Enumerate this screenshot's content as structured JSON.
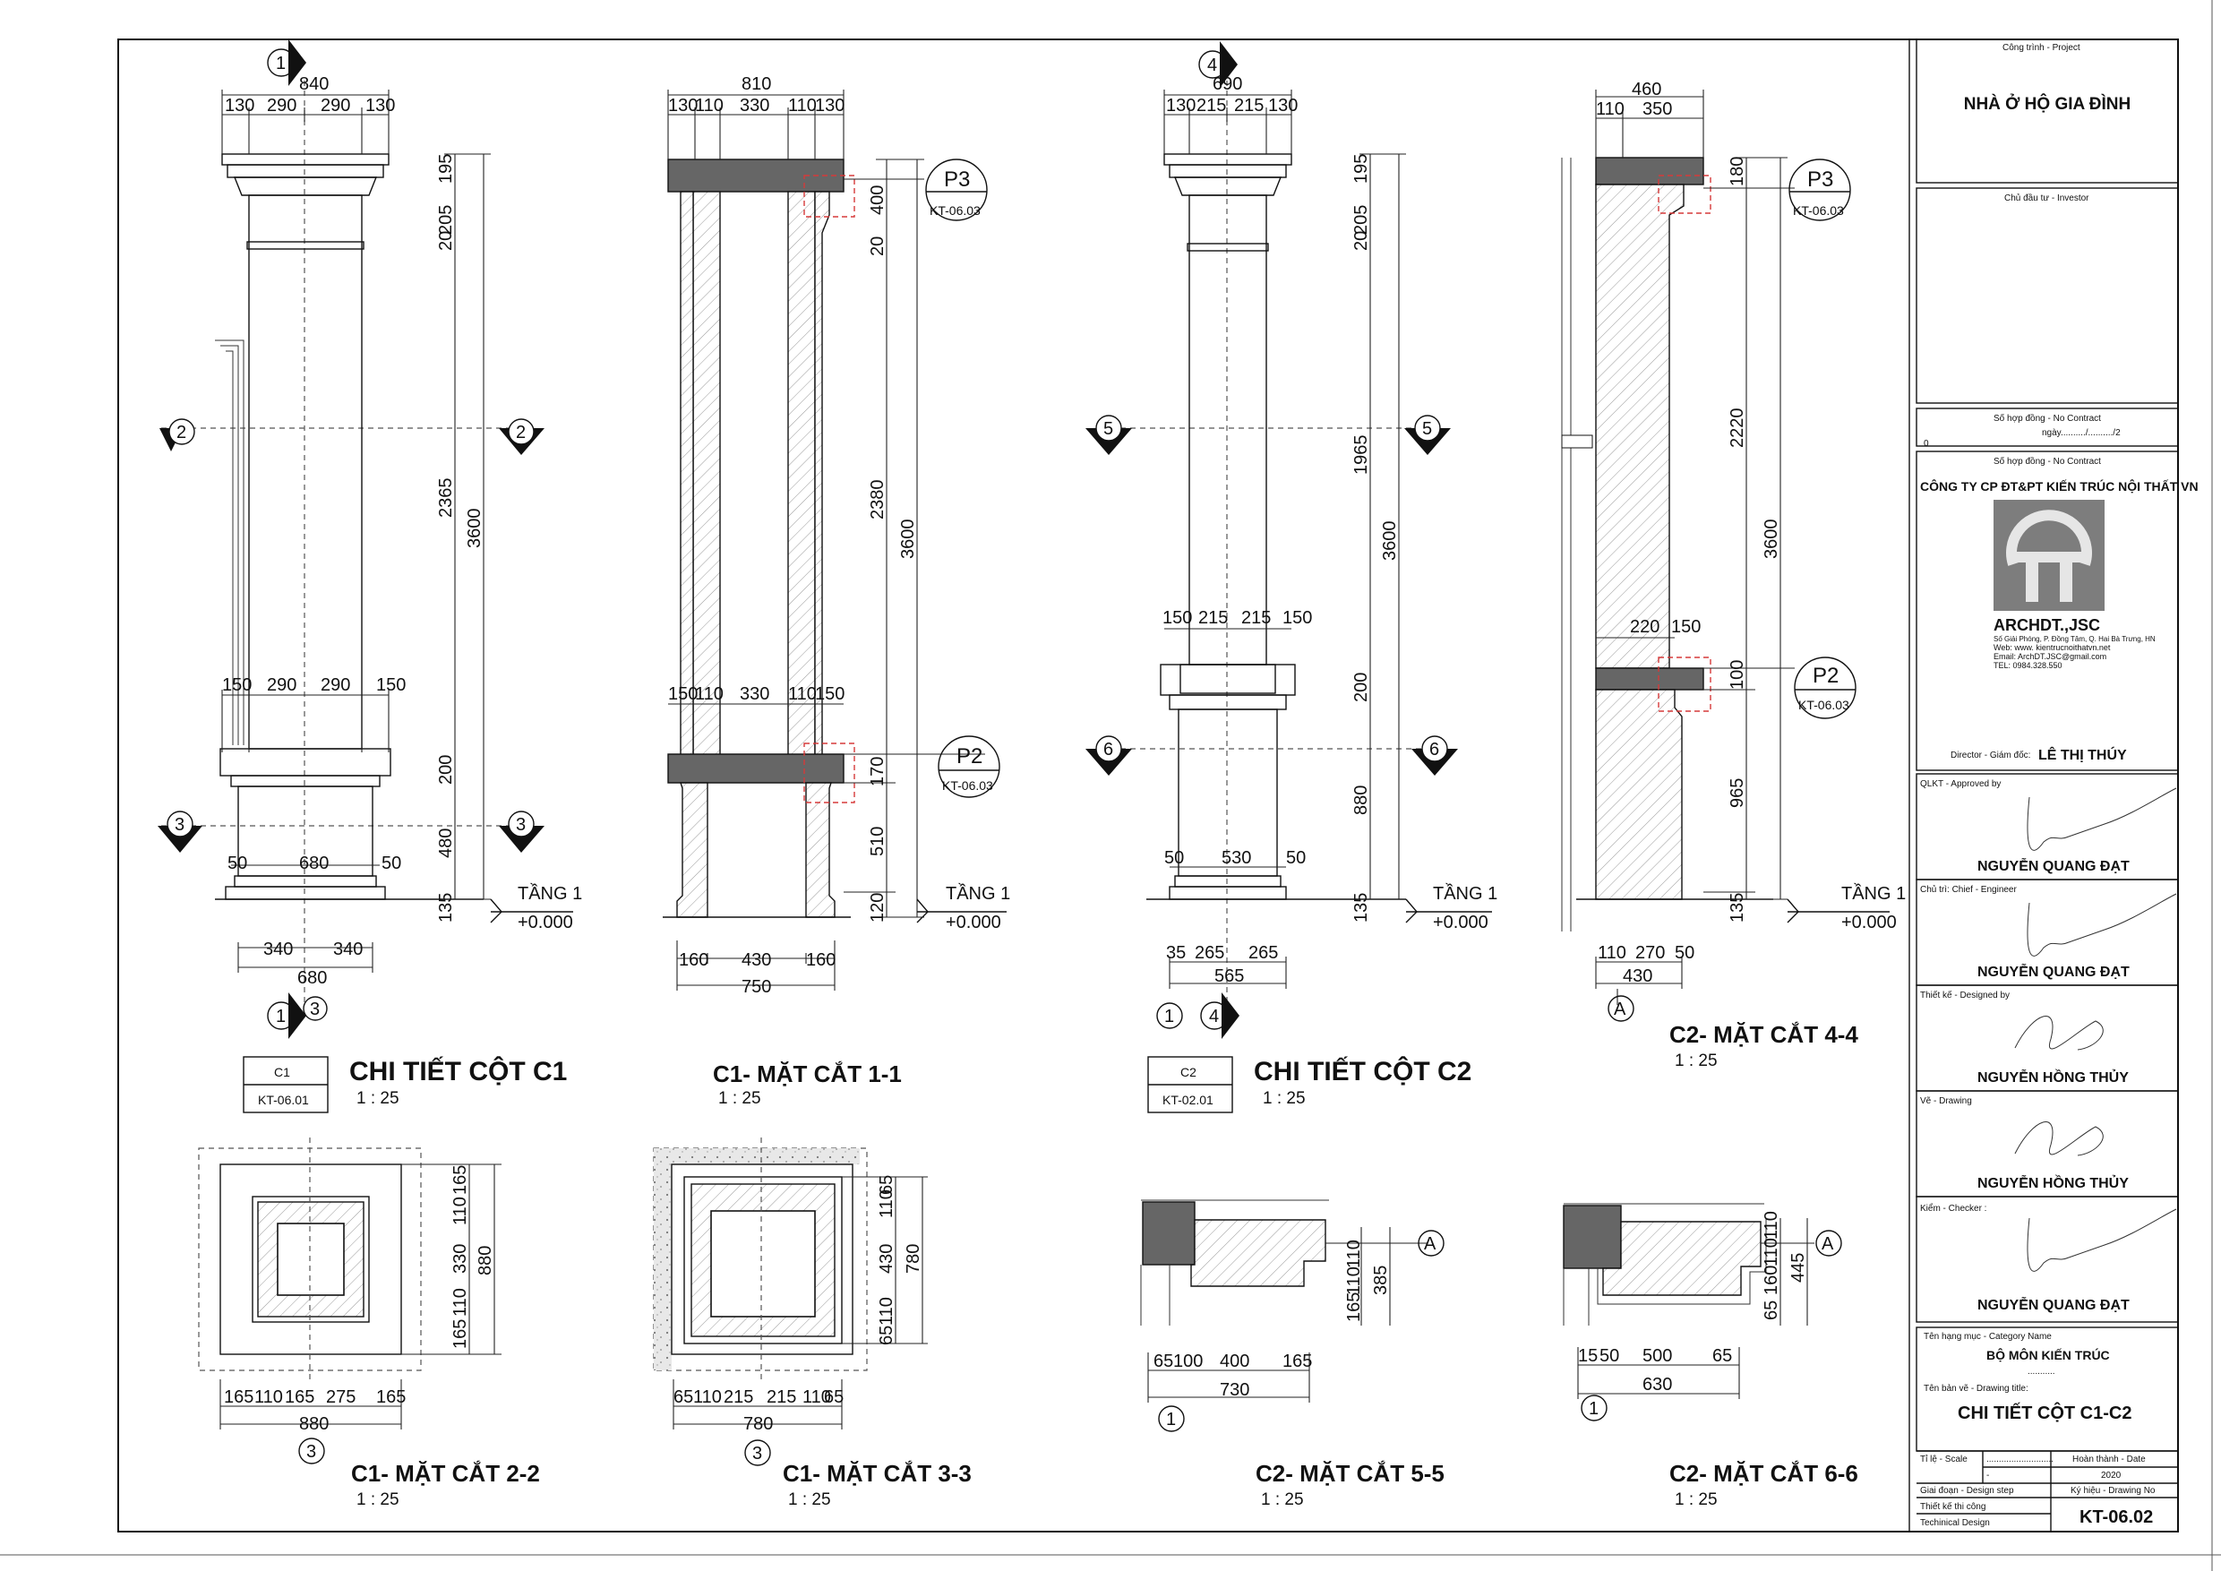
{
  "columns": {
    "c1_elevation": {
      "title": "CHI TIẾT CỘT C1",
      "scale": "1 : 25",
      "tag_top": "C1",
      "tag_bottom": "KT-06.01",
      "top_dims": [
        "840",
        "130",
        "290",
        "290",
        "130"
      ],
      "mid_dims": [
        "150",
        "290",
        "290",
        "150"
      ],
      "base_dims": [
        "50",
        "680",
        "50"
      ],
      "bottom_dims": [
        "340",
        "340",
        "680"
      ],
      "vert_dims": [
        "195",
        "20",
        "205",
        "2365",
        "200",
        "480",
        "135",
        "3600"
      ],
      "markers": {
        "axis_top": "1",
        "axis_bottom": "1",
        "axis_bottom2": "3",
        "sec2": "2",
        "sec3": "3"
      },
      "level_name": "TẦNG 1",
      "level_value": "+0.000"
    },
    "c1_section_11": {
      "title": "C1- MẶT CẮT 1-1",
      "scale": "1 : 25",
      "top_dims": [
        "810",
        "130",
        "110",
        "330",
        "110",
        "130"
      ],
      "mid_dims": [
        "150",
        "110",
        "330",
        "110",
        "150"
      ],
      "bottom_dims": [
        "160",
        "430",
        "160",
        "750"
      ],
      "vert_dims": [
        "400",
        "20",
        "2380",
        "170",
        "510",
        "120",
        "3600"
      ],
      "callouts": [
        {
          "id": "P3",
          "ref": "KT-06.03"
        },
        {
          "id": "P2",
          "ref": "KT-06.03"
        }
      ],
      "level_name": "TẦNG 1",
      "level_value": "+0.000"
    },
    "c2_elevation": {
      "title": "CHI TIẾT CỘT C2",
      "scale": "1 : 25",
      "tag_top": "C2",
      "tag_bottom": "KT-02.01",
      "top_dims": [
        "690",
        "130",
        "215",
        "215",
        "130"
      ],
      "mid_dims": [
        "150",
        "215",
        "215",
        "150"
      ],
      "base_dims": [
        "50",
        "530",
        "50"
      ],
      "bottom_dims": [
        "35",
        "265",
        "265",
        "565"
      ],
      "vert_dims": [
        "195",
        "20",
        "205",
        "1965",
        "200",
        "880",
        "135",
        "3600"
      ],
      "markers": {
        "axis_top": "4",
        "axis_bottom": "1",
        "axis_bottom2": "4",
        "sec5": "5",
        "sec6": "6"
      },
      "level_name": "TẦNG 1",
      "level_value": "+0.000"
    },
    "c2_section_44": {
      "title": "C2- MẶT CẮT 4-4",
      "scale": "1 : 25",
      "top_dims": [
        "460",
        "110",
        "350"
      ],
      "mid_dims": [
        "220",
        "150"
      ],
      "bottom_dims": [
        "110",
        "270",
        "50",
        "430"
      ],
      "vert_dims": [
        "180",
        "2220",
        "100",
        "965",
        "135",
        "3600"
      ],
      "callouts": [
        {
          "id": "P3",
          "ref": "KT-06.03"
        },
        {
          "id": "P2",
          "ref": "KT-06.03"
        }
      ],
      "axis": "A",
      "level_name": "TẦNG 1",
      "level_value": "+0.000"
    }
  },
  "sections": {
    "s22": {
      "title": "C1- MẶT CẮT 2-2",
      "scale": "1 : 25",
      "axis": "3",
      "h_dims": [
        "165",
        "110",
        "165",
        "275",
        "165",
        "880"
      ],
      "v_dims": [
        "165",
        "110",
        "330",
        "110",
        "165",
        "880"
      ]
    },
    "s33": {
      "title": "C1- MẶT CẮT 3-3",
      "scale": "1 : 25",
      "axis": "3",
      "h_dims": [
        "65",
        "110",
        "215",
        "215",
        "110",
        "65",
        "780"
      ],
      "v_dims": [
        "65",
        "110",
        "430",
        "110",
        "65",
        "780"
      ]
    },
    "s55": {
      "title": "C2- MẶT CẮT 5-5",
      "scale": "1 : 25",
      "axis": "1",
      "axis_side": "A",
      "h_dims": [
        "65",
        "100",
        "400",
        "165",
        "730"
      ],
      "v_dims": [
        "110",
        "110",
        "165",
        "385"
      ]
    },
    "s66": {
      "title": "C2- MẶT CẮT 6-6",
      "scale": "1 : 25",
      "axis": "1",
      "axis_side": "A",
      "h_dims": [
        "15",
        "50",
        "500",
        "65",
        "630"
      ],
      "v_dims": [
        "110",
        "110",
        "160",
        "65",
        "445"
      ]
    }
  },
  "title_block": {
    "project_label": "Công trình - Project",
    "project": "NHÀ Ở HỘ GIA ĐÌNH",
    "investor_label": "Chủ đầu tư - Investor",
    "contract_label": "Số hợp đồng - No Contract",
    "contract_line": "ngày........../........../2",
    "contract_zero": "0",
    "contract_label2": "Số hợp đồng - No Contract",
    "company": "CÔNG TY CP ĐT&PT KIẾN TRÚC NỘI THẤT VN",
    "logo_name": "ARCHDT.,JSC",
    "logo_lines": [
      "Số Giải Phóng, P. Đồng Tâm, Q. Hai Bà Trưng, HN",
      "Web: www. kientrucnoithatvn.net",
      "Email: ArchDT.JSC@gmail.com",
      "TEL: 0984.328.550"
    ],
    "director_label": "Director - Giám đốc:",
    "director": "LÊ THỊ THÚY",
    "approved_label": "QLKT - Approved by",
    "approved": "NGUYỄN QUANG ĐẠT",
    "chief_label": "Chủ trì: Chief - Engineer",
    "chief": "NGUYỄN QUANG ĐẠT",
    "designed_label": "Thiết kế - Designed by",
    "designed": "NGUYỄN HỒNG THỦY",
    "drawing_label": "Vẽ - Drawing",
    "drawn": "NGUYỄN HỒNG THỦY",
    "checker_label": "Kiểm - Checker :",
    "checker": "NGUYỄN QUANG ĐẠT",
    "category_label": "Tên hạng mục - Category Name",
    "category": "BỘ MÔN KIẾN TRÚC",
    "category_dots": "...........",
    "drawing_title_label": "Tên bản vẽ - Drawing title:",
    "drawing_title": "CHI TIẾT CỘT C1-C2",
    "scale_label": "Tỉ lệ - Scale",
    "scale_dots": "...........................",
    "scale_dash": "-",
    "date_label": "Hoàn thành - Date",
    "date": "2020",
    "stage_label": "Giai đoạn - Design step",
    "drawing_no_label": "Ký hiệu - Drawing No",
    "stage1": "Thiết kế thi công",
    "stage2": "Techinical Design",
    "drawing_no": "KT-06.02"
  }
}
